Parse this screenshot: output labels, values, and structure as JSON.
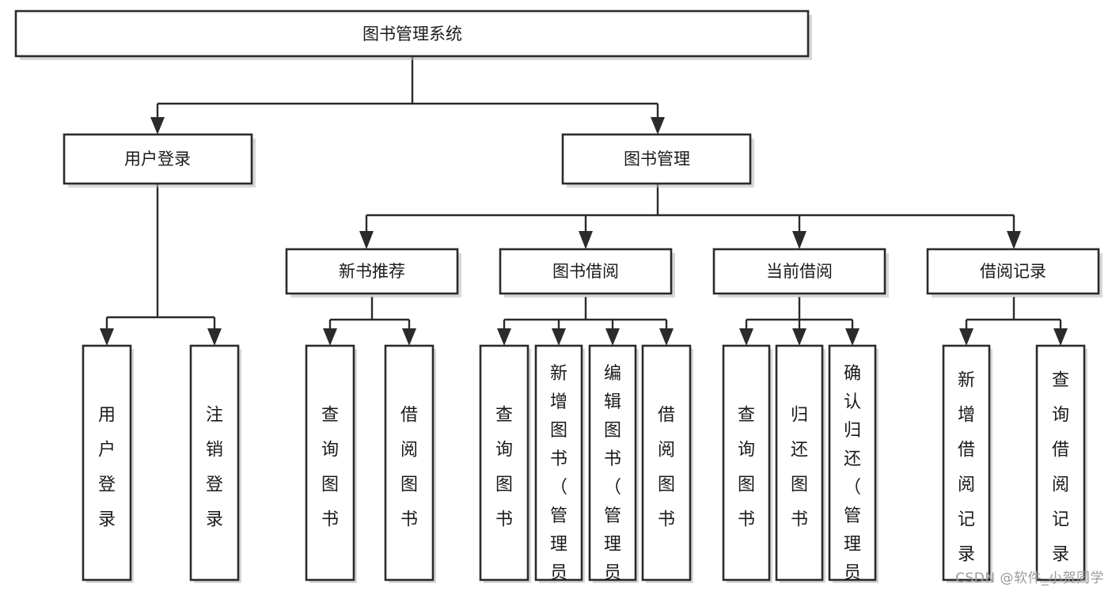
{
  "diagram": {
    "title": "图书管理系统",
    "type": "tree-hierarchy",
    "watermark": "CSDN @软件_小贺同学",
    "colors": {
      "box_fill": "#ffffff",
      "box_stroke": "#2b2b2b",
      "text": "#1a1a1a",
      "watermark": "#9a9a9a",
      "background": "#ffffff"
    },
    "root": {
      "id": "root",
      "label": "图书管理系统",
      "orientation": "horizontal"
    },
    "level2": [
      {
        "id": "user-login",
        "label": "用户登录",
        "orientation": "horizontal"
      },
      {
        "id": "book-manage",
        "label": "图书管理",
        "orientation": "horizontal"
      }
    ],
    "level3": [
      {
        "id": "new-book-recommend",
        "label": "新书推荐",
        "parent": "book-manage",
        "orientation": "horizontal"
      },
      {
        "id": "book-borrow",
        "label": "图书借阅",
        "parent": "book-manage",
        "orientation": "horizontal"
      },
      {
        "id": "current-borrow",
        "label": "当前借阅",
        "parent": "book-manage",
        "orientation": "horizontal"
      },
      {
        "id": "borrow-record",
        "label": "借阅记录",
        "parent": "book-manage",
        "orientation": "horizontal"
      }
    ],
    "leaves": [
      {
        "id": "leaf-user-login",
        "label": "用户登录",
        "parent": "user-login",
        "orientation": "vertical"
      },
      {
        "id": "leaf-user-logout",
        "label": "注销登录",
        "parent": "user-login",
        "orientation": "vertical"
      },
      {
        "id": "leaf-query-book-1",
        "label": "查询图书",
        "parent": "new-book-recommend",
        "orientation": "vertical"
      },
      {
        "id": "leaf-borrow-book-1",
        "label": "借阅图书",
        "parent": "new-book-recommend",
        "orientation": "vertical"
      },
      {
        "id": "leaf-query-book-2",
        "label": "查询图书",
        "parent": "book-borrow",
        "orientation": "vertical"
      },
      {
        "id": "leaf-add-book",
        "label": "新增图书（管理员）",
        "parent": "book-borrow",
        "orientation": "vertical"
      },
      {
        "id": "leaf-edit-book",
        "label": "编辑图书（管理员）",
        "parent": "book-borrow",
        "orientation": "vertical"
      },
      {
        "id": "leaf-borrow-book-2",
        "label": "借阅图书",
        "parent": "book-borrow",
        "orientation": "vertical"
      },
      {
        "id": "leaf-query-book-3",
        "label": "查询图书",
        "parent": "current-borrow",
        "orientation": "vertical"
      },
      {
        "id": "leaf-return-book",
        "label": "归还图书",
        "parent": "current-borrow",
        "orientation": "vertical"
      },
      {
        "id": "leaf-confirm-return",
        "label": "确认归还（管理员）",
        "parent": "current-borrow",
        "orientation": "vertical"
      },
      {
        "id": "leaf-add-record",
        "label": "新增借阅记录",
        "parent": "borrow-record",
        "orientation": "vertical"
      },
      {
        "id": "leaf-query-record",
        "label": "查询借阅记录",
        "parent": "borrow-record",
        "orientation": "vertical"
      }
    ]
  }
}
